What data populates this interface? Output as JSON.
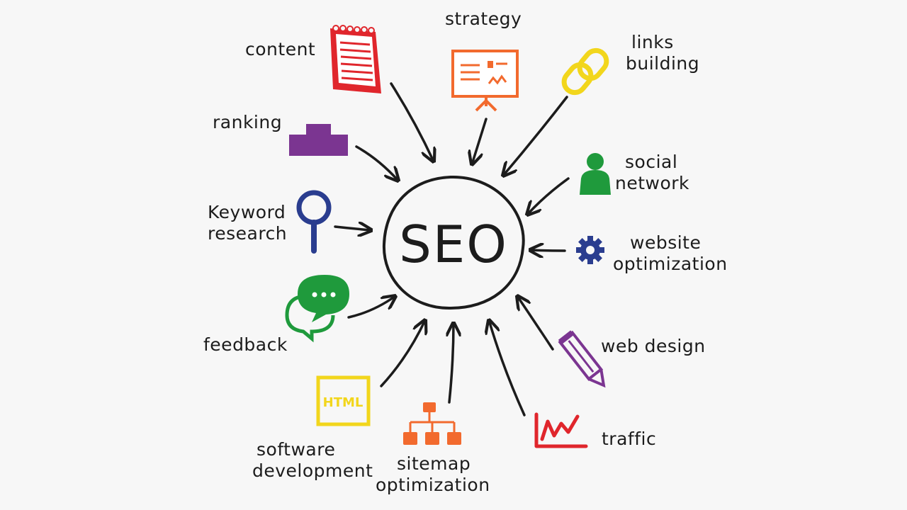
{
  "center": "SEO",
  "colors": {
    "ink": "#1c1c1c",
    "red": "#e0262c",
    "orange": "#f26a2e",
    "yellow": "#f2d61c",
    "purple": "#7b3591",
    "blue": "#2a3d8f",
    "green": "#1f9a3c",
    "background": "#f7f7f7"
  },
  "nodes": {
    "content": {
      "label": "content",
      "icon": "notepad-icon"
    },
    "strategy": {
      "label": "strategy",
      "icon": "presentation-board-icon"
    },
    "links_building": {
      "line1": "links",
      "line2": "building",
      "icon": "chain-link-icon"
    },
    "ranking": {
      "label": "ranking",
      "icon": "podium-icon"
    },
    "social_network": {
      "line1": "social",
      "line2": "network",
      "icon": "user-icon"
    },
    "keyword_research": {
      "line1": "Keyword",
      "line2": "research",
      "icon": "magnifier-icon"
    },
    "website_optimization": {
      "line1": "website",
      "line2": "optimization",
      "icon": "gear-icon"
    },
    "feedback": {
      "label": "feedback",
      "icon": "speech-bubbles-icon"
    },
    "web_design": {
      "label": "web design",
      "icon": "pencil-icon"
    },
    "software_development": {
      "line1": "software",
      "line2": "development",
      "icon": "html-icon",
      "icon_text": "HTML"
    },
    "sitemap_optimization": {
      "line1": "sitemap",
      "line2": "optimization",
      "icon": "sitemap-icon"
    },
    "traffic": {
      "label": "traffic",
      "icon": "line-chart-icon"
    }
  }
}
